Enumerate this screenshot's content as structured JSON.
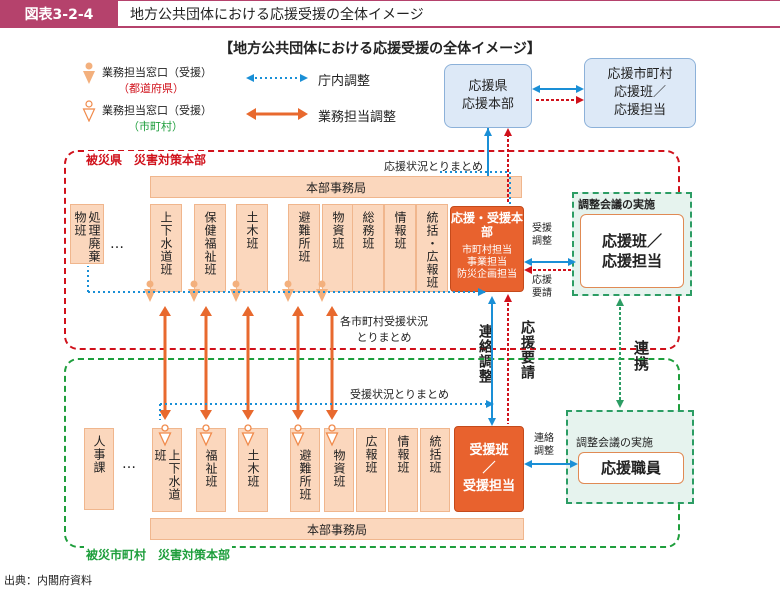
{
  "figure": {
    "label": "図表3-2-4",
    "title": "地方公共団体における応援受援の全体イメージ",
    "inner_title": "【地方公共団体における応援受援の全体イメージ】",
    "source": "出典：内閣府資料"
  },
  "legend": {
    "pref_window_line1": "業務担当窓口（受援）",
    "pref_window_line2": "（都道府県）",
    "city_window_line1": "業務担当窓口（受援）",
    "city_window_line2": "（市町村）",
    "internal": "庁内調整",
    "business": "業務担当調整"
  },
  "top_boxes": {
    "support_pref": "応援県\n応援本部",
    "support_city": "応援市町村\n応援班／\n応援担当"
  },
  "pref": {
    "label": "被災県　災害対策本部",
    "status_summary": "応援状況とりまとめ",
    "hq_office": "本部事務局",
    "columns": [
      "処理廃棄物班",
      "上下水道班",
      "保健福祉班",
      "土木班",
      "避難所班",
      "物資班",
      "総務班",
      "情報班",
      "統括・広報班"
    ],
    "ellipsis": "…",
    "support_hq_title": "応援・受援本部",
    "support_hq_sub": [
      "市町村担当",
      "事業担当",
      "防災企画担当"
    ],
    "city_status": "各市町村受援状況\nとりまとめ",
    "support_adjust": "受援\n調整",
    "support_request": "応援\n要請"
  },
  "meeting_pref": {
    "title": "調整会議の実施",
    "box": "応援班／\n応援担当"
  },
  "middle": {
    "coordination": "連絡調整",
    "request": "応援要請",
    "cooperation": "連携"
  },
  "city": {
    "label": "被災市町村　災害対策本部",
    "status_summary": "受援状況とりまとめ",
    "hq_office": "本部事務局",
    "columns": [
      "人事課",
      "上下水道班",
      "福祉班",
      "土木班",
      "避難所班",
      "物資班",
      "広報班",
      "情報班",
      "統括班"
    ],
    "ellipsis": "…",
    "support_team": "受援班\n／\n受援担当",
    "contact_adjust": "連絡\n調整"
  },
  "meeting_city": {
    "title": "調整会議の実施",
    "box": "応援職員"
  }
}
